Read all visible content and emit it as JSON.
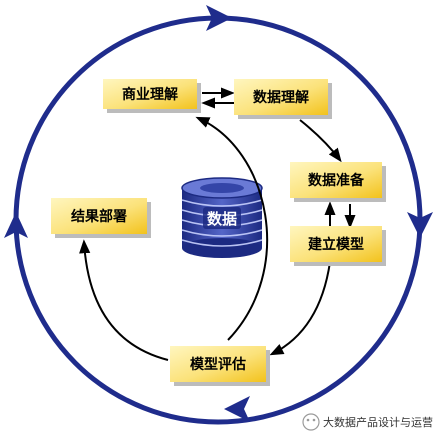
{
  "diagram": {
    "steps": {
      "business_understanding": "商业理解",
      "data_understanding": "数据理解",
      "data_preparation": "数据准备",
      "modeling": "建立模型",
      "evaluation": "模型评估",
      "deployment": "结果部署"
    },
    "center": "数据"
  },
  "watermark": {
    "text": "大数据产品设计与运营"
  },
  "colors": {
    "outer_cycle": "#1f2c8c",
    "box_fill_light": "#fff2a8",
    "box_fill_dark": "#f5c518",
    "box_shadow": "#bfbfbf",
    "database": "#2c3b9e",
    "inner_arrows": "#000000"
  }
}
